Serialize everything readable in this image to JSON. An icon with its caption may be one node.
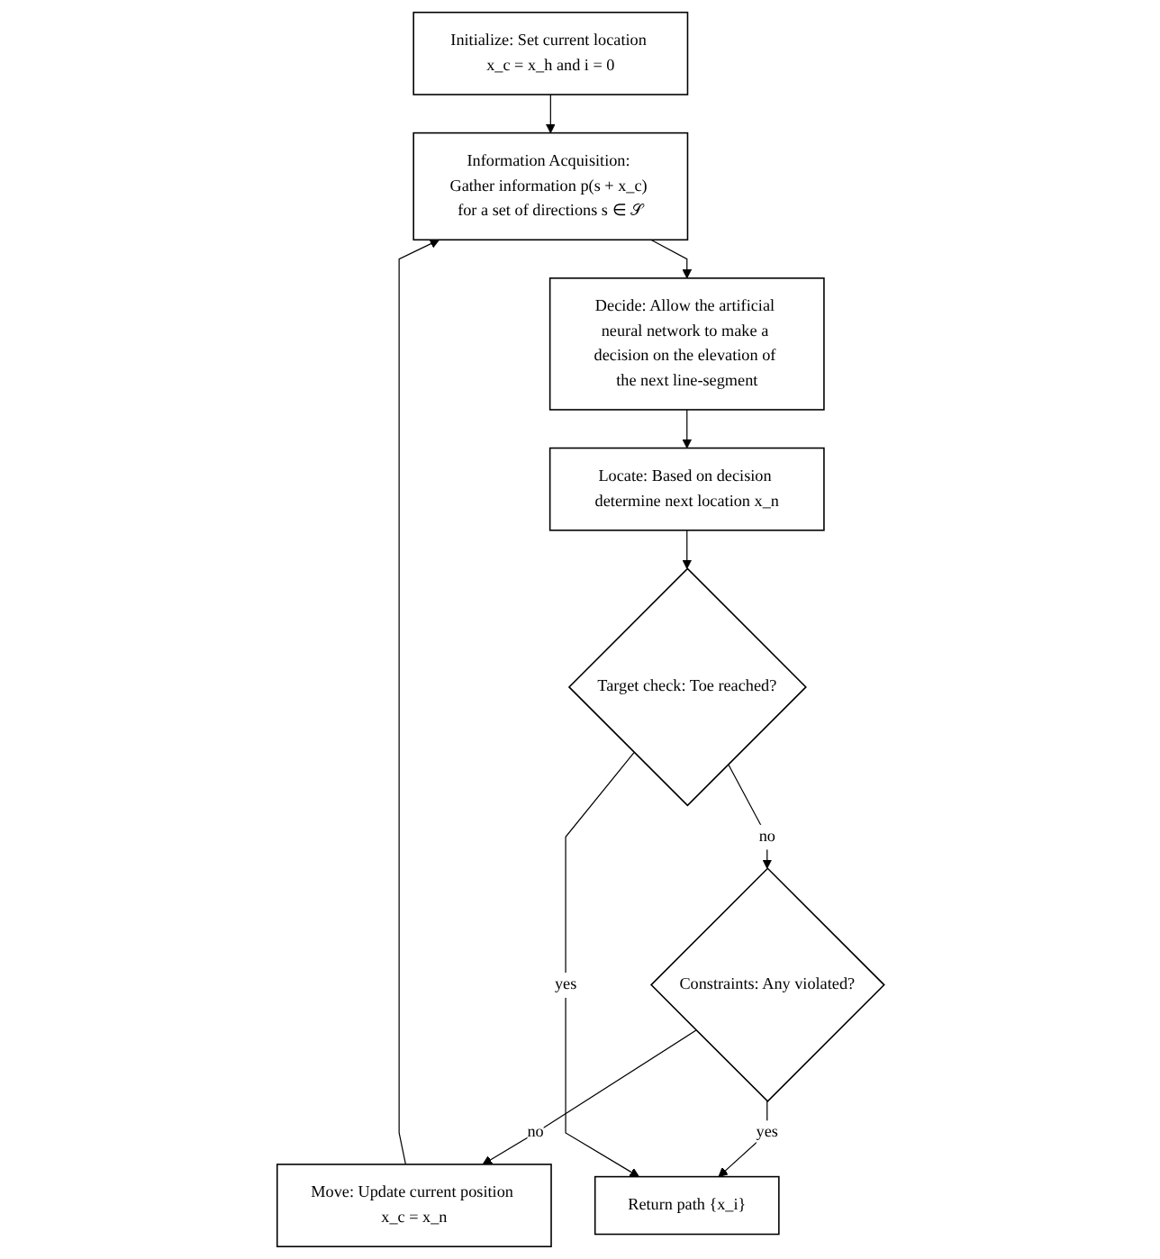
{
  "diagram": {
    "nodes": [
      {
        "text": [
          "Initialize: Set current location x_c = x_h and i = 0"
        ]
      },
      {
        "text": [
          "Information Acquisition: Gather information p(s + x_c) for a set of directions s ∈ 𝒮"
        ]
      },
      {
        "text": [
          "Move: Update current position x_c = x_n"
        ]
      },
      {
        "text": [
          "Decide: Allow the artificial neural network to make a decision on the elevation of the next line-segment"
        ]
      },
      {
        "text": [
          "Constraints: Any violated?"
        ]
      },
      {
        "text": [
          "Locate: Based on decision determine next location x_n"
        ]
      },
      {
        "text": [
          "Target check: Toe reached?"
        ]
      },
      {
        "text": [
          "Return path {x_i}"
        ]
      }
    ],
    "edges": [
      {
        "from": 0,
        "to": 1,
        "arrow": "to"
      },
      {
        "from": 2,
        "to": 1,
        "arrow": "to"
      },
      {
        "from": 1,
        "to": 3,
        "arrow": "to"
      },
      {
        "from": 3,
        "to": 5,
        "arrow": "to"
      },
      {
        "from": 5,
        "to": 6,
        "arrow": "to"
      },
      {
        "from": 6,
        "to": 4,
        "label": "no",
        "arrow": "to"
      },
      {
        "from": 4,
        "to": 2,
        "label": "no",
        "arrow": "to"
      },
      {
        "from": 4,
        "to": 7,
        "label": "yes",
        "arrow": "to"
      },
      {
        "from": 6,
        "to": 7,
        "label": "yes",
        "arrow": "to"
      }
    ]
  }
}
